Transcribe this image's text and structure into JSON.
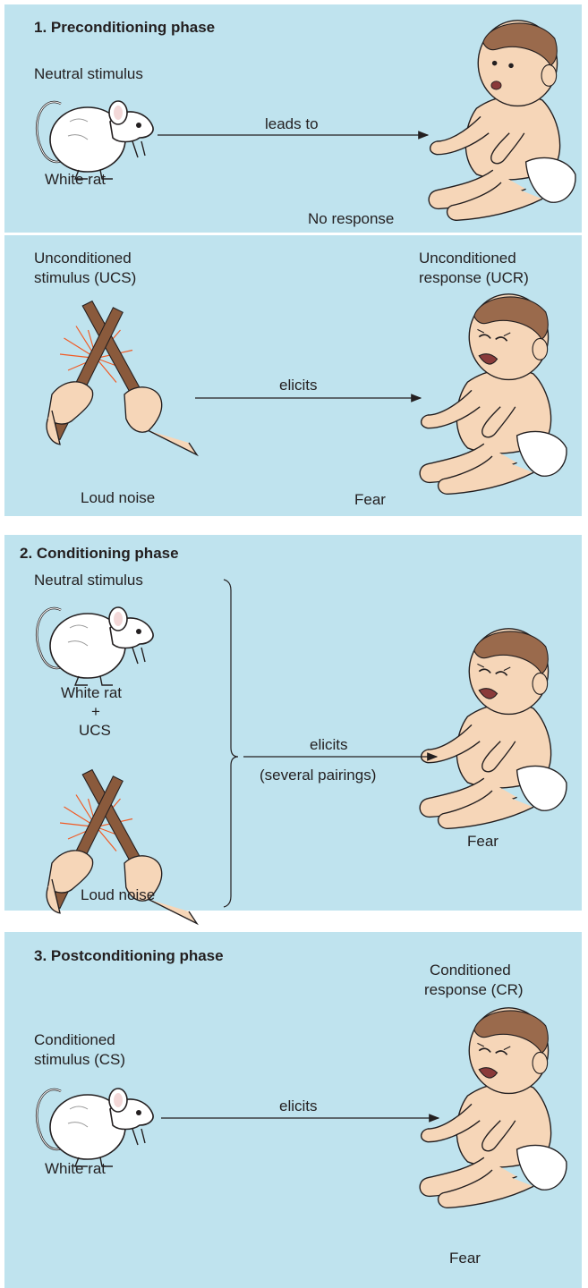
{
  "phase1": {
    "title": "1. Preconditioning phase",
    "row1": {
      "stimulus_heading": "Neutral stimulus",
      "stimulus_name": "White rat",
      "arrow_label": "leads to",
      "response": "No response"
    },
    "row2": {
      "stimulus_heading_line1": "Unconditioned",
      "stimulus_heading_line2": "stimulus (UCS)",
      "response_heading_line1": "Unconditioned",
      "response_heading_line2": "response (UCR)",
      "arrow_label": "elicits",
      "stimulus_name": "Loud noise",
      "response": "Fear"
    }
  },
  "phase2": {
    "title": "2. Conditioning phase",
    "stimulus_heading": "Neutral stimulus",
    "rat_name": "White rat",
    "plus": "+",
    "ucs": "UCS",
    "noise_name": "Loud noise",
    "arrow_label_line1": "elicits",
    "arrow_label_line2": "(several pairings)",
    "response": "Fear"
  },
  "phase3": {
    "title": "3. Postconditioning phase",
    "response_heading_line1": "Conditioned",
    "response_heading_line2": "response (CR)",
    "stimulus_heading_line1": "Conditioned",
    "stimulus_heading_line2": "stimulus (CS)",
    "rat_name": "White rat",
    "arrow_label": "elicits",
    "response": "Fear"
  },
  "colors": {
    "panel_bg": "#bfe3ee",
    "skin": "#f6d6b8",
    "hair": "#9a6a4c",
    "stick": "#8a5a3c",
    "burst": "#f15a24"
  },
  "icons": [
    "white-rat-illustration",
    "baby-calm-illustration",
    "baby-crying-illustration",
    "crossed-sticks-illustration"
  ]
}
